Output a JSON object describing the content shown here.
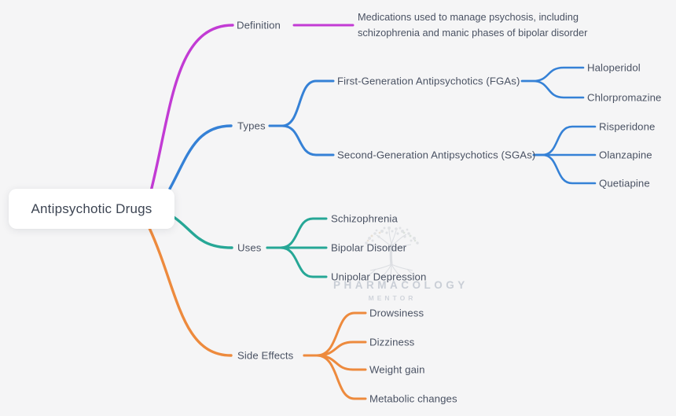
{
  "root": {
    "label": "Antipsychotic Drugs"
  },
  "colors": {
    "definition": "#c23bd4",
    "types": "#3581d6",
    "uses": "#26a796",
    "side_effects": "#ed8a3d"
  },
  "branches": [
    {
      "label": "Definition",
      "color": "#c23bd4",
      "note": "Medications used to manage psychosis, including schizophrenia and manic phases of bipolar disorder"
    },
    {
      "label": "Types",
      "color": "#3581d6",
      "children": [
        {
          "label": "First-Generation Antipsychotics (FGAs)",
          "children": [
            {
              "label": "Haloperidol"
            },
            {
              "label": "Chlorpromazine"
            }
          ]
        },
        {
          "label": "Second-Generation Antipsychotics (SGAs)",
          "children": [
            {
              "label": "Risperidone"
            },
            {
              "label": "Olanzapine"
            },
            {
              "label": "Quetiapine"
            }
          ]
        }
      ]
    },
    {
      "label": "Uses",
      "color": "#26a796",
      "children": [
        {
          "label": "Schizophrenia"
        },
        {
          "label": "Bipolar Disorder"
        },
        {
          "label": "Unipolar Depression"
        }
      ]
    },
    {
      "label": "Side Effects",
      "color": "#ed8a3d",
      "children": [
        {
          "label": "Drowsiness"
        },
        {
          "label": "Dizziness"
        },
        {
          "label": "Weight gain"
        },
        {
          "label": "Metabolic changes"
        }
      ]
    }
  ],
  "watermark": {
    "line1": "PHARMACOLOGY",
    "line2": "MENTOR"
  }
}
